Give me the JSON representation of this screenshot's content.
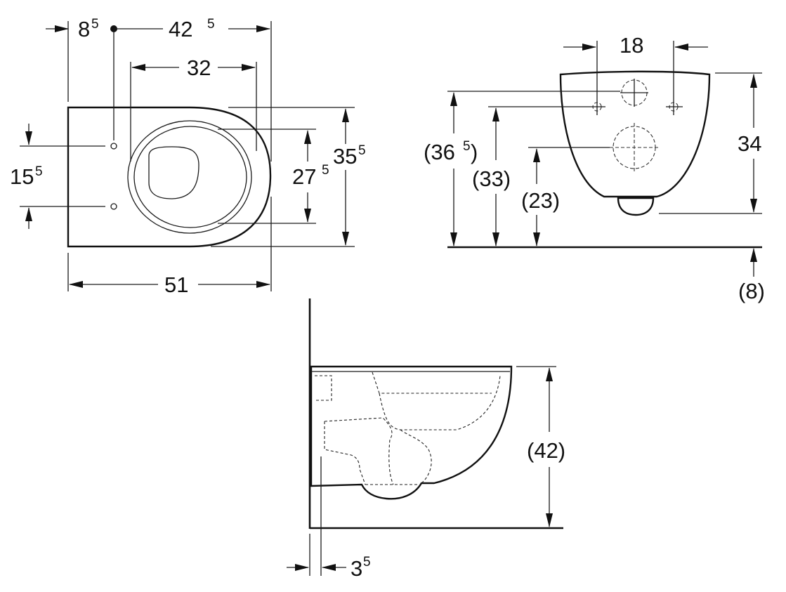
{
  "top_view": {
    "dim_left_offset": {
      "main": "8",
      "sup": "5"
    },
    "dim_total_to_front": {
      "main": "42",
      "sup": "5"
    },
    "dim_seat_width": {
      "main": "32"
    },
    "dim_hole_spacing": {
      "main": "15",
      "sup": "5"
    },
    "dim_bowl_width": {
      "main": "27",
      "sup": "5"
    },
    "dim_overall_width": {
      "main": "35",
      "sup": "5"
    },
    "dim_overall_length": {
      "main": "51"
    }
  },
  "back_view": {
    "dim_bolt_spacing": {
      "main": "18"
    },
    "dim_height_outlet": {
      "open": "(36",
      "sup": "5",
      "close": ")"
    },
    "dim_height_bolts": {
      "main": "(33)"
    },
    "dim_height_inlet": {
      "main": "(23)"
    },
    "dim_bowl_height": {
      "main": "34"
    },
    "dim_floor_gap": {
      "main": "(8)"
    }
  },
  "side_view": {
    "dim_seat_height": {
      "main": "(42)"
    },
    "dim_wall_gap": {
      "main": "3",
      "sup": "5"
    }
  }
}
